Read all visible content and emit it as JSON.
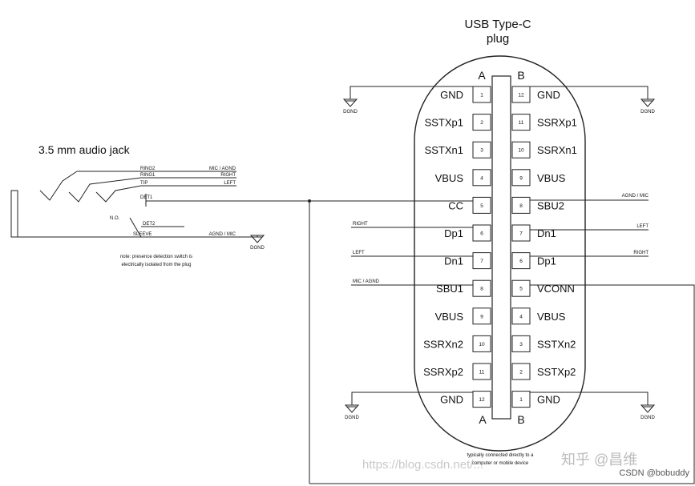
{
  "usb_title_line1": "USB Type-C",
  "usb_title_line2": "plug",
  "side_a": "A",
  "side_b": "B",
  "pins": [
    {
      "a_name": "GND",
      "a_num": "1",
      "b_num": "12",
      "b_name": "GND"
    },
    {
      "a_name": "SSTXp1",
      "a_num": "2",
      "b_num": "11",
      "b_name": "SSRXp1"
    },
    {
      "a_name": "SSTXn1",
      "a_num": "3",
      "b_num": "10",
      "b_name": "SSRXn1"
    },
    {
      "a_name": "VBUS",
      "a_num": "4",
      "b_num": "9",
      "b_name": "VBUS"
    },
    {
      "a_name": "CC",
      "a_num": "5",
      "b_num": "8",
      "b_name": "SBU2"
    },
    {
      "a_name": "Dp1",
      "a_num": "6",
      "b_num": "7",
      "b_name": "Dn1"
    },
    {
      "a_name": "Dn1",
      "a_num": "7",
      "b_num": "6",
      "b_name": "Dp1"
    },
    {
      "a_name": "SBU1",
      "a_num": "8",
      "b_num": "5",
      "b_name": "VCONN"
    },
    {
      "a_name": "VBUS",
      "a_num": "9",
      "b_num": "4",
      "b_name": "VBUS"
    },
    {
      "a_name": "SSRXn2",
      "a_num": "10",
      "b_num": "3",
      "b_name": "SSTXn2"
    },
    {
      "a_name": "SSRXp2",
      "a_num": "11",
      "b_num": "2",
      "b_name": "SSTXp2"
    },
    {
      "a_name": "GND",
      "a_num": "12",
      "b_num": "1",
      "b_name": "GND"
    }
  ],
  "dgnd": "DGND",
  "audio_title": "3.5 mm audio jack",
  "jack_contacts": [
    "RING2",
    "RING1",
    "TIP",
    "DET1",
    "DET2",
    "SLEEVE"
  ],
  "jack_signals": [
    "MIC / AGND",
    "RIGHT",
    "LEFT",
    "AGND / MIC"
  ],
  "no_label": "N.O.",
  "note_line1": "note:  presence detection switch is",
  "note_line2": "electrically isolated from the plug",
  "left_signals": [
    "RIGHT",
    "LEFT",
    "MIC / AGND"
  ],
  "right_signals": [
    "AGND / MIC",
    "LEFT",
    "RIGHT"
  ],
  "bottom_note_line1": "typically connected directly to a",
  "bottom_note_line2": "computer or mobile device",
  "watermark_url": "https://blog.csdn.net/...",
  "watermark_zhihu": "知乎 @昌维",
  "watermark_csdn": "CSDN @bobuddy"
}
